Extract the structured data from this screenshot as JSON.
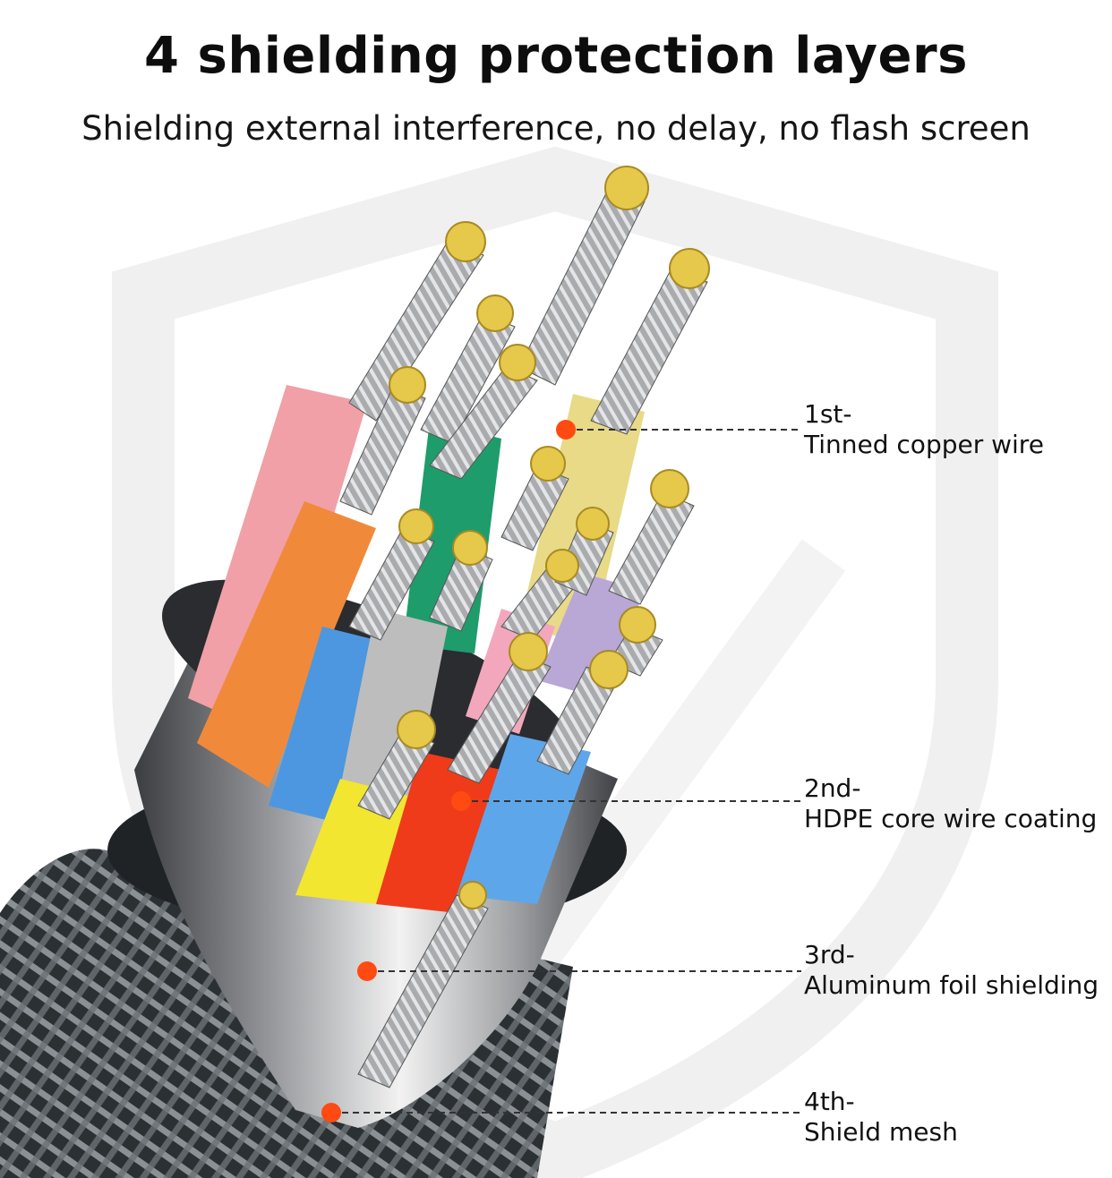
{
  "title": "4 shielding protection layers",
  "subtitle": "Shielding external interference, no delay, no flash screen",
  "colors": {
    "marker": "#ff4a12",
    "leader": "#333333",
    "shield_watermark": "#f2f2f2",
    "strand_tip": "#e6c84a"
  },
  "icons": [
    "shield-watermark-icon"
  ],
  "layers": [
    {
      "number": "1st-",
      "name": "Tinned copper wire"
    },
    {
      "number": "2nd-",
      "name": "HDPE core wire coating"
    },
    {
      "number": "3rd-",
      "name": "Aluminum foil shielding"
    },
    {
      "number": "4th-",
      "name": "Shield mesh"
    }
  ]
}
